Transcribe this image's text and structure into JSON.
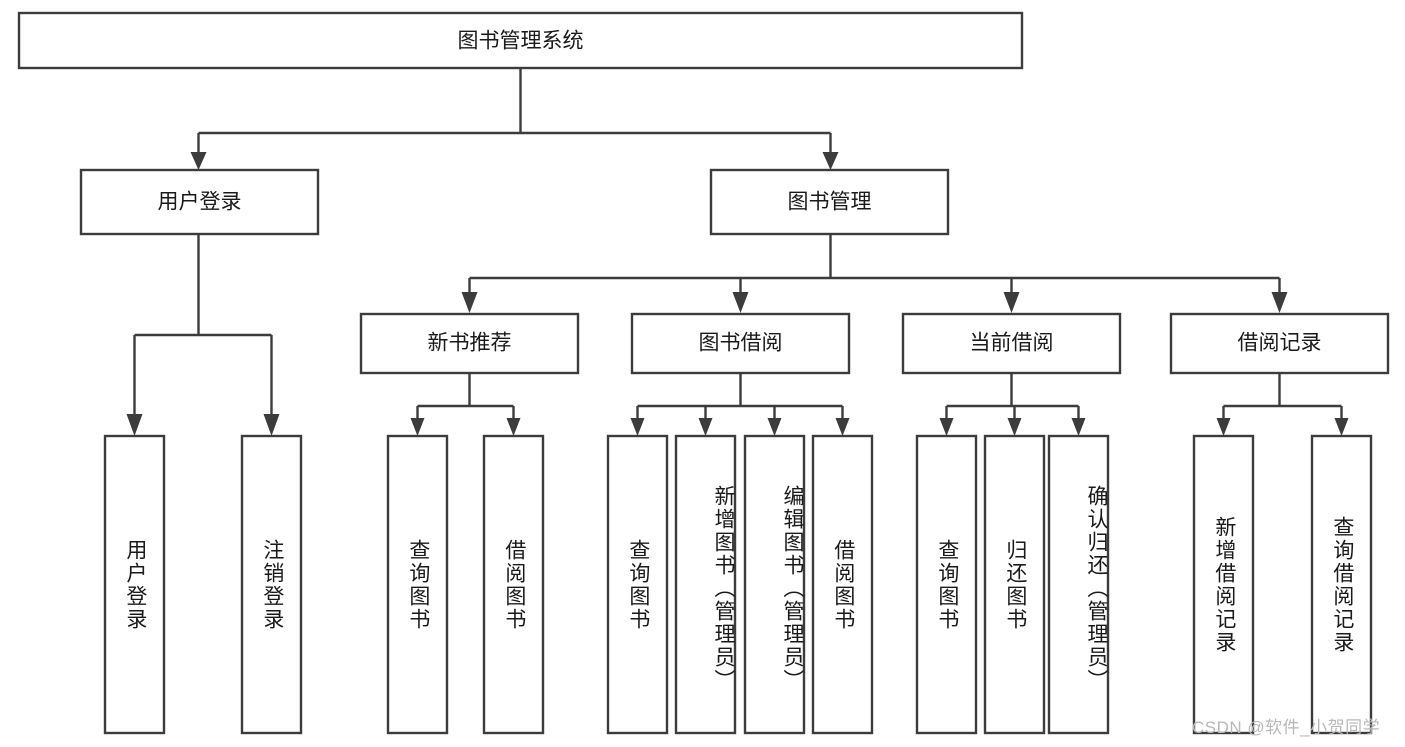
{
  "diagram": {
    "title": "图书管理系统",
    "type": "tree-hierarchy-chart",
    "colors": {
      "box_stroke": "#3c3c3c",
      "box_fill": "#ffffff",
      "connector": "#3c3c3c",
      "text": "#1a1a1a",
      "watermark": "#b9b9b9",
      "background": "#ffffff"
    },
    "root": {
      "label": "图书管理系统"
    },
    "level2": [
      {
        "id": "user-login",
        "label": "用户登录"
      },
      {
        "id": "book-management",
        "label": "图书管理"
      }
    ],
    "level3": [
      {
        "id": "new-book-recommend",
        "label": "新书推荐"
      },
      {
        "id": "book-borrow",
        "label": "图书借阅"
      },
      {
        "id": "current-borrow",
        "label": "当前借阅"
      },
      {
        "id": "borrow-record",
        "label": "借阅记录"
      }
    ],
    "leaves": [
      {
        "id": "leaf-user-login",
        "label": "用户登录",
        "parent": "user-login"
      },
      {
        "id": "leaf-logout-login",
        "label": "注销登录",
        "parent": "user-login"
      },
      {
        "id": "leaf-query-book-1",
        "label": "查询图书",
        "parent": "new-book-recommend"
      },
      {
        "id": "leaf-borrow-book-1",
        "label": "借阅图书",
        "parent": "new-book-recommend"
      },
      {
        "id": "leaf-query-book-2",
        "label": "查询图书",
        "parent": "book-borrow"
      },
      {
        "id": "leaf-add-book",
        "label": "新增图书（管理员）",
        "parent": "book-borrow"
      },
      {
        "id": "leaf-edit-book",
        "label": "编辑图书（管理员）",
        "parent": "book-borrow"
      },
      {
        "id": "leaf-borrow-book-2",
        "label": "借阅图书",
        "parent": "book-borrow"
      },
      {
        "id": "leaf-query-book-3",
        "label": "查询图书",
        "parent": "current-borrow"
      },
      {
        "id": "leaf-return-book",
        "label": "归还图书",
        "parent": "current-borrow"
      },
      {
        "id": "leaf-confirm-return",
        "label": "确认归还（管理员）",
        "parent": "current-borrow"
      },
      {
        "id": "leaf-add-record",
        "label": "新增借阅记录",
        "parent": "borrow-record"
      },
      {
        "id": "leaf-query-record",
        "label": "查询借阅记录",
        "parent": "borrow-record"
      }
    ],
    "watermark": "CSDN @软件_小贺同学"
  }
}
